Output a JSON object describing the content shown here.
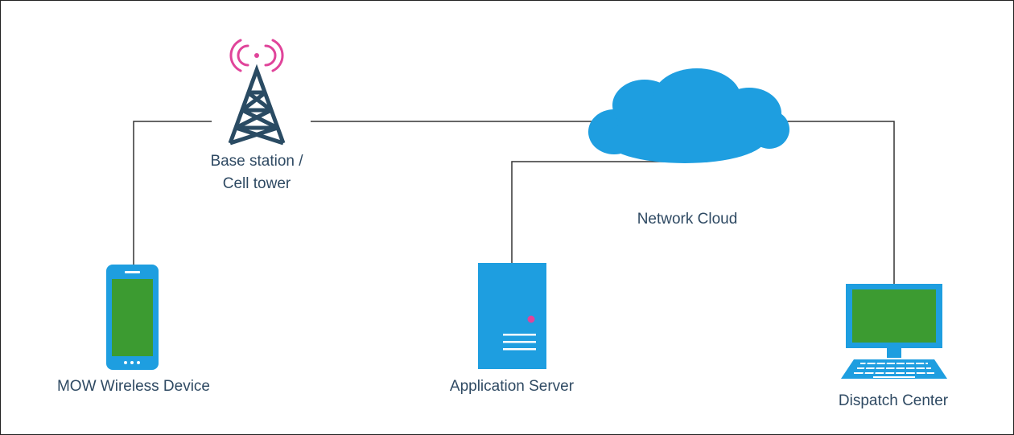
{
  "nodes": {
    "tower": {
      "label_line1": "Base station /",
      "label_line2": "Cell tower",
      "icon": "cell-tower-icon"
    },
    "cloud": {
      "label": "Network Cloud",
      "icon": "cloud-icon"
    },
    "device": {
      "label": "MOW Wireless Device",
      "icon": "smartphone-icon"
    },
    "server": {
      "label": "Application Server",
      "icon": "server-icon"
    },
    "dispatch": {
      "label": "Dispatch Center",
      "icon": "desktop-computer-icon"
    }
  },
  "colors": {
    "icon_blue": "#1e9ee0",
    "tower_navy": "#2a4b63",
    "signal_pink": "#e0449a",
    "screen_green": "#3c9b31",
    "line": "#333333",
    "text": "#2f4a63"
  }
}
